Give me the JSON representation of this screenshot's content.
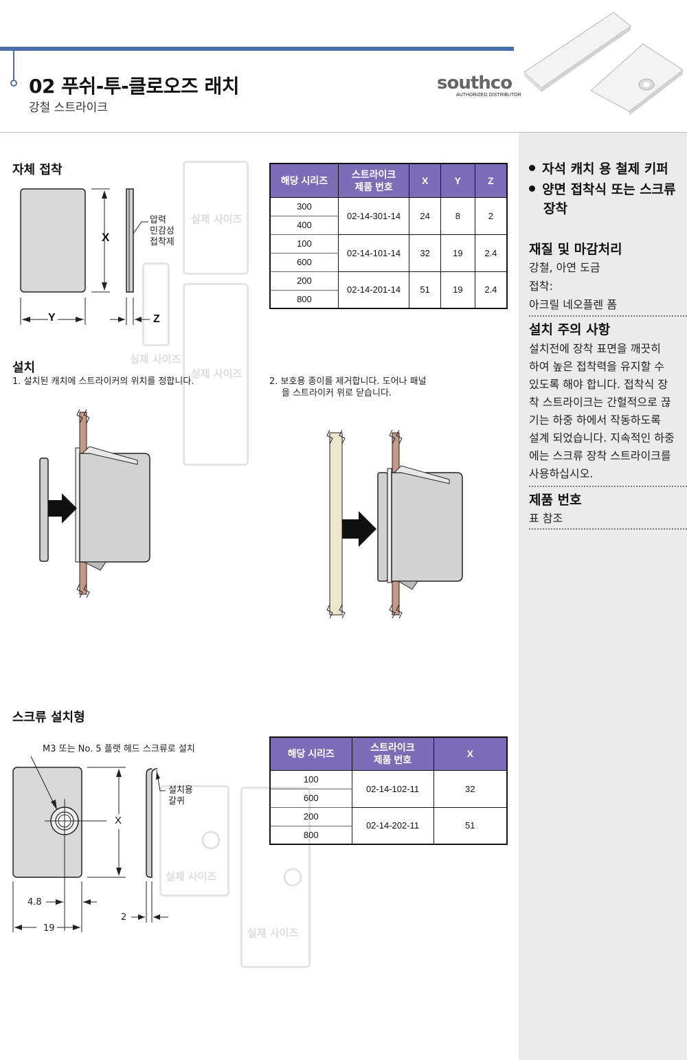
{
  "header": {
    "title": "02 푸쉬-투-클로오즈 래치",
    "subtitle": "강철 스트라이크",
    "logo": "southco",
    "logo_sub": "AUTHORIZED DISTRIBUTOR"
  },
  "sidebar": {
    "bullets": [
      "자석 캐치 용 철제 키퍼",
      "양면 접착식 또는 스크류",
      "장착"
    ],
    "material_title": "재질 및 마감처리",
    "material_lines": [
      "강철, 아연 도금",
      "접착:",
      "아크릴 네오플렌 폼"
    ],
    "caution_title": "설치 주의 사항",
    "caution_lines": [
      "설치전에 장착 표면을 깨끗히",
      "하여 높은 접착력을 유지할 수",
      "있도록 해야 합니다. 접착식 장",
      "착 스트라이크는 간헐적으로 끊",
      "기는 하중 하에서 작동하도록",
      "설계 되었습니다. 지속적인 하중",
      "에는 스크류 장착 스트라이크를",
      "사용하십시오."
    ],
    "part_title": "제품 번호",
    "part_text": "표 참조"
  },
  "adhesive": {
    "title": "자체 접착",
    "label_x": "X",
    "label_y": "Y",
    "label_z": "Z",
    "adhesive_label": [
      "압력",
      "민감성",
      "접착제"
    ],
    "actual_size": "실제 사이즈"
  },
  "table1": {
    "headers": [
      "해당 시리즈",
      "스트라이크",
      "제품 번호",
      "X",
      "Y",
      "Z"
    ],
    "rows": [
      {
        "series": [
          "300",
          "400"
        ],
        "part": "02-14-301-14",
        "x": "24",
        "y": "8",
        "z": "2"
      },
      {
        "series": [
          "100",
          "600"
        ],
        "part": "02-14-101-14",
        "x": "32",
        "y": "19",
        "z": "2.4"
      },
      {
        "series": [
          "200",
          "800"
        ],
        "part": "02-14-201-14",
        "x": "51",
        "y": "19",
        "z": "2.4"
      }
    ]
  },
  "install": {
    "title": "설치",
    "step1": "1.  설치된 캐치에 스트라이커의 위치를 정합니다.",
    "step2_line1": "2.  보호용 종이를 제거합니다. 도어나 패널",
    "step2_line2": "을 스트라이커 위로 닫습니다."
  },
  "screw": {
    "title": "스크류 설치형",
    "callout": "M3 또는 No. 5 플랫 헤드 스크류로 설치",
    "groove_label": [
      "설치용",
      "갈퀴"
    ],
    "label_x": "X",
    "dim_48": "4.8",
    "dim_19": "19",
    "dim_2": "2",
    "actual_size": "실제 사이즈"
  },
  "table2": {
    "headers": [
      "해당 시리즈",
      "스트라이크",
      "제품 번호",
      "X"
    ],
    "rows": [
      {
        "series": [
          "100",
          "600"
        ],
        "part": "02-14-102-11",
        "x": "32"
      },
      {
        "series": [
          "200",
          "800"
        ],
        "part": "02-14-202-11",
        "x": "51"
      }
    ]
  },
  "colors": {
    "accent_blue": "#4a6ea9",
    "table_header": "#7b6cb5",
    "panel_bg": "#ebebeb",
    "wood": "#c49a86",
    "door": "#ebe6cc"
  }
}
